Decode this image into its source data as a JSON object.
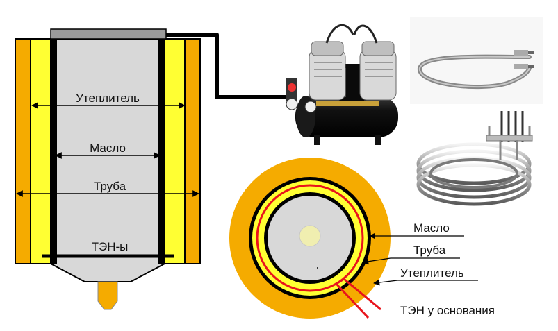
{
  "labels": {
    "insulation": "Утеплитель",
    "oil": "Масло",
    "pipe": "Труба",
    "heaters": "ТЭН-ы",
    "cross_oil": "Масло",
    "cross_pipe": "Труба",
    "cross_insulation": "Утеплитель",
    "cross_heater": "ТЭН у основания"
  },
  "colors": {
    "insulation": "#f5ab00",
    "heater_zone": "#ffff33",
    "oil": "#d8d8d8",
    "wall": "#000000",
    "heater_element": "#e8141c",
    "lid": "#9a9a9a",
    "valve": "#f5ab00",
    "core": "#f0eeb0"
  },
  "icons": {
    "compressor": "air-compressor-photo",
    "u_heater": "u-shaped-heater-photo",
    "spiral_heater": "spiral-heater-photo"
  }
}
